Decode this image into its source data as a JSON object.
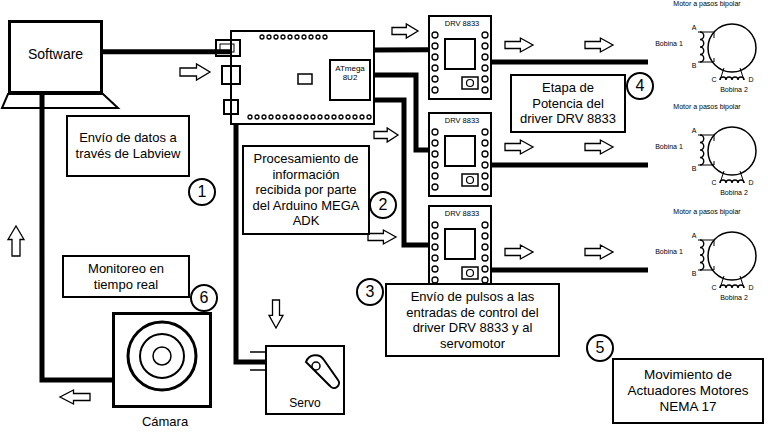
{
  "diagram": {
    "nodes": [
      {
        "text": [
          "Software"
        ]
      },
      {
        "text": [
          "ATmega 8U2"
        ]
      },
      {
        "text": [
          "DRV 8833"
        ]
      },
      {
        "text": [
          "DRV 8833"
        ]
      },
      {
        "text": [
          "DRV 8833"
        ]
      },
      {
        "text": [
          "Motor a pasos bipolar",
          "Bobina 1",
          "A",
          "B",
          "Bobina 2",
          "C",
          "D"
        ]
      },
      {
        "text": [
          "Motor a pasos bipolar",
          "Bobina 1",
          "A",
          "B",
          "Bobina 2",
          "C",
          "D"
        ]
      },
      {
        "text": [
          "Motor a pasos bipolar",
          "Bobina 1",
          "A",
          "B",
          "Bobina 2",
          "C",
          "D"
        ]
      },
      {
        "text": [
          "Envío de datos a través de Labview"
        ]
      },
      {
        "text": [
          "Procesamiento de información recibida por parte del Arduino MEGA ADK"
        ]
      },
      {
        "text": [
          "Envío de pulsos a las entradas de control del driver DRV 8833 y al servomotor"
        ]
      },
      {
        "text": [
          "Etapa de Potencia del driver DRV 8833"
        ]
      },
      {
        "text": [
          "Movimiento de Actuadores Motores NEMA 17"
        ]
      },
      {
        "text": [
          "Monitoreo en tiempo real"
        ]
      },
      {
        "text": [
          "Servo"
        ]
      },
      {
        "text": [
          "Cámara"
        ]
      }
    ],
    "edges": [
      {
        "from": 0,
        "to": 1,
        "arrow": "none"
      },
      {
        "from": 1,
        "to": 2,
        "arrow": "none"
      },
      {
        "from": 1,
        "to": 3,
        "arrow": "none"
      },
      {
        "from": 1,
        "to": 4,
        "arrow": "none"
      },
      {
        "from": 1,
        "to": 14,
        "arrow": "none"
      },
      {
        "from": 2,
        "to": 5,
        "arrow": "none"
      },
      {
        "from": 3,
        "to": 6,
        "arrow": "none"
      },
      {
        "from": 4,
        "to": 7,
        "arrow": "none"
      },
      {
        "from": 15,
        "to": 0,
        "arrow": "none"
      }
    ],
    "labels": [
      "1",
      "2",
      "3",
      "4",
      "5",
      "6"
    ]
  }
}
